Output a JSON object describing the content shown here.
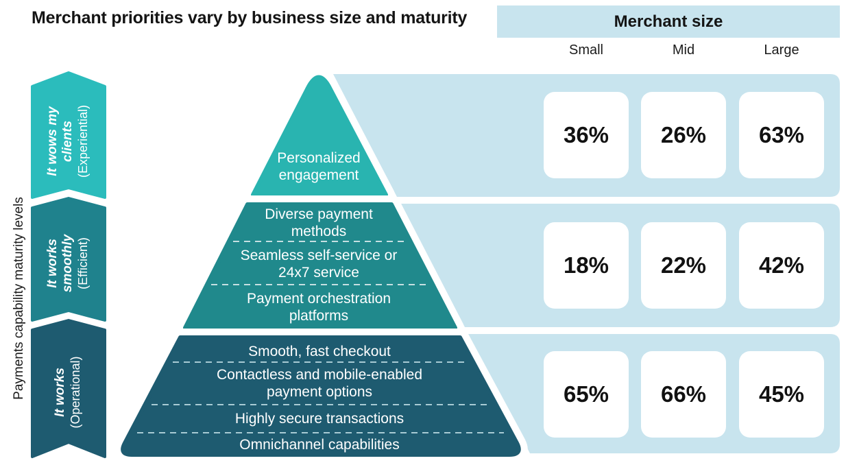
{
  "title": "Merchant priorities vary by business size and maturity",
  "axis_label": "Payments capability maturity levels",
  "maturity_levels": [
    {
      "label": "It wows my clients",
      "sublabel": "(Experiential)"
    },
    {
      "label": "It works smoothly",
      "sublabel": "(Efficient)"
    },
    {
      "label": "It works",
      "sublabel": "(Operational)"
    }
  ],
  "pyramid": {
    "tiers": [
      {
        "level": "Experiential",
        "items": [
          "Personalized engagement"
        ]
      },
      {
        "level": "Efficient",
        "items": [
          "Diverse payment methods",
          "Seamless self-service or 24x7 service",
          "Payment orchestration platforms"
        ]
      },
      {
        "level": "Operational",
        "items": [
          "Smooth, fast checkout",
          "Contactless and mobile-enabled payment options",
          "Highly secure transactions",
          "Omnichannel capabilities"
        ]
      }
    ]
  },
  "table": {
    "header": "Merchant size",
    "columns": [
      "Small",
      "Mid",
      "Large"
    ],
    "rows": [
      [
        "36%",
        "26%",
        "63%"
      ],
      [
        "18%",
        "22%",
        "42%"
      ],
      [
        "65%",
        "66%",
        "45%"
      ]
    ]
  },
  "colors": {
    "level1_teal": "#2bbcbc",
    "level1_tier": "#29b4b0",
    "level2_teal": "#1f828d",
    "level2_tier": "#20898c",
    "level3_dark": "#1e5b70",
    "band_light_blue": "#c8e4ee",
    "text_dark": "#141414",
    "text_white": "#ffffff"
  },
  "chart_data": {
    "type": "table",
    "title": "Merchant priorities vary by business size and maturity",
    "columns": [
      "Small",
      "Mid",
      "Large"
    ],
    "rows": [
      {
        "maturity_level": "It wows my clients (Experiential)",
        "priorities": [
          "Personalized engagement"
        ],
        "values_pct": [
          36,
          26,
          63
        ]
      },
      {
        "maturity_level": "It works smoothly (Efficient)",
        "priorities": [
          "Diverse payment methods",
          "Seamless self-service or 24x7 service",
          "Payment orchestration platforms"
        ],
        "values_pct": [
          18,
          22,
          42
        ]
      },
      {
        "maturity_level": "It works (Operational)",
        "priorities": [
          "Smooth, fast checkout",
          "Contactless and mobile-enabled payment options",
          "Highly secure transactions",
          "Omnichannel capabilities"
        ],
        "values_pct": [
          65,
          66,
          45
        ]
      }
    ]
  }
}
